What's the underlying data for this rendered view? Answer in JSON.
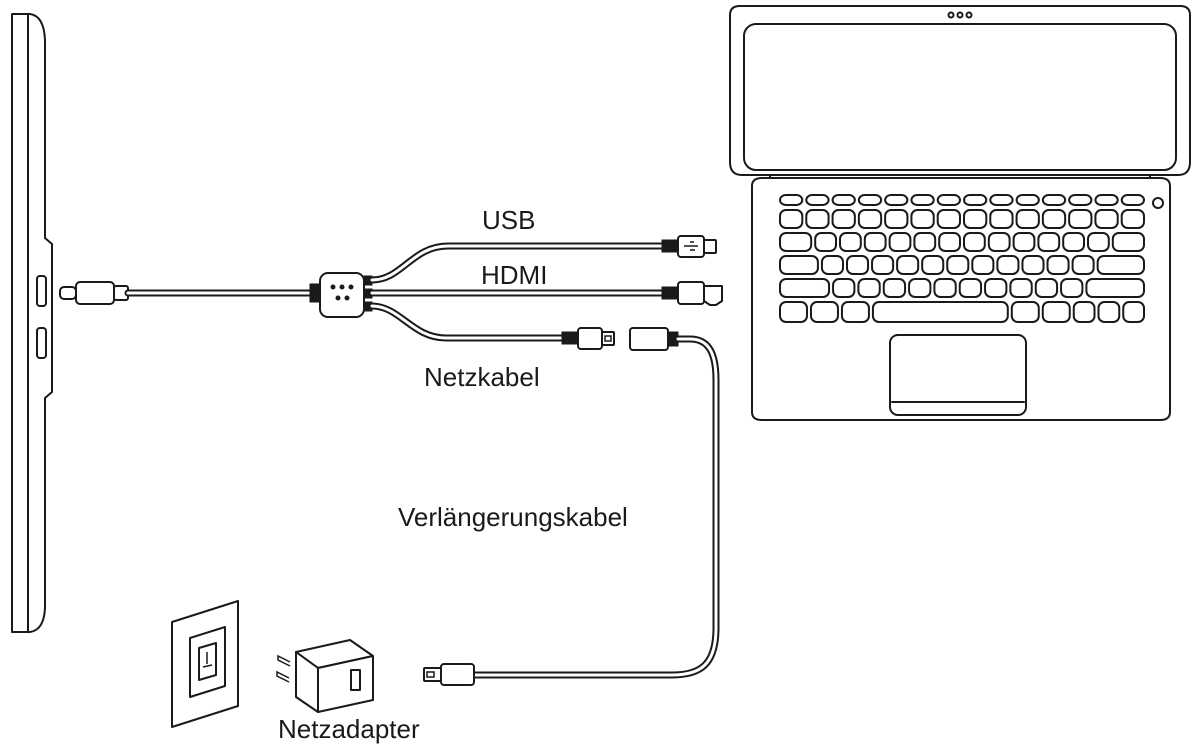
{
  "labels": {
    "usb": "USB",
    "hdmi": "HDMI",
    "power_cable": "Netzkabel",
    "extension_cable": "Verlängerungskabel",
    "power_adapter": "Netzadapter"
  }
}
